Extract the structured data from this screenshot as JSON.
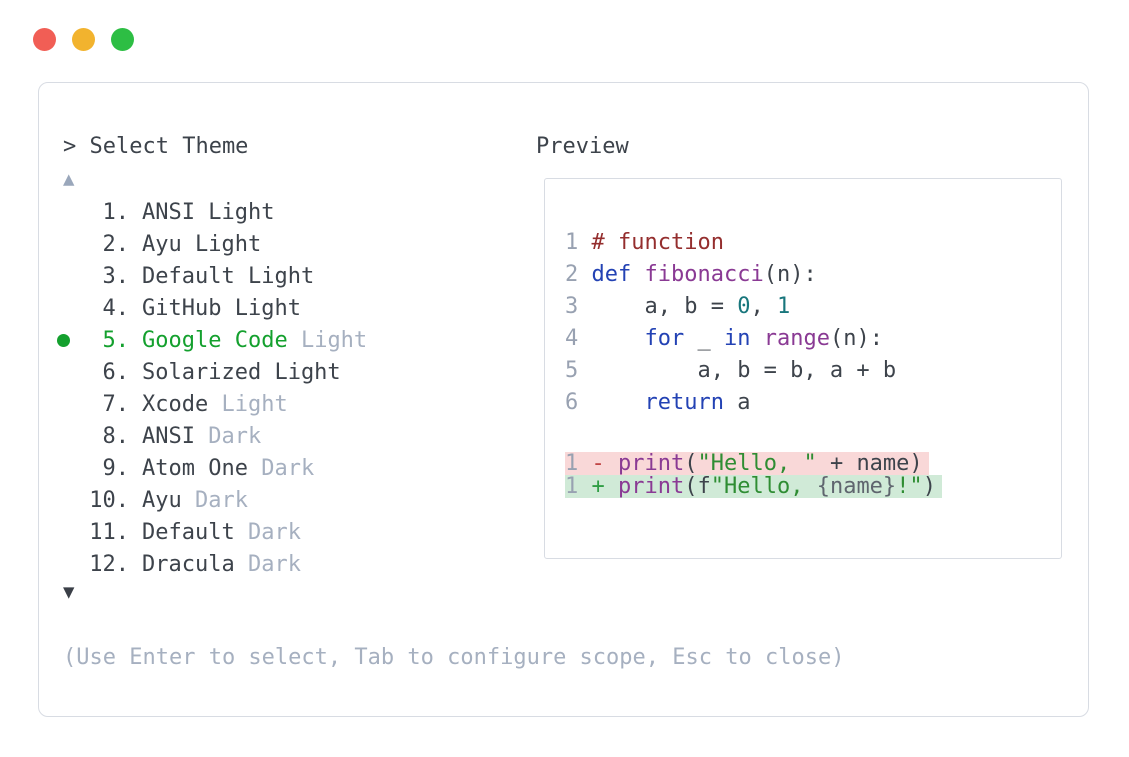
{
  "palette": {
    "fg": "#3d434b",
    "muted": "#a6b0c0",
    "green": "#14a02e",
    "lineno": "#98a1b1",
    "comment": "#942e2e",
    "keyword": "#2342b4",
    "function": "#8a3a94",
    "number": "#18767c",
    "string": "#2f8d33",
    "minus": "#c04545",
    "plus": "#2f9e44",
    "interp": "#5f656e",
    "del_bg": "#f9d8d8",
    "add_bg": "#d0ead7",
    "border": "#d8dce3",
    "arrow_up": "#9aa7bb",
    "arrow_down": "#3a3f47"
  },
  "window": {
    "traffic_lights": [
      {
        "name": "close",
        "color": "#f15e55"
      },
      {
        "name": "minimize",
        "color": "#f2b32e"
      },
      {
        "name": "maximize",
        "color": "#2dbe44"
      }
    ]
  },
  "dialog": {
    "title": "> Select Theme",
    "scroll_up_icon": "▲",
    "scroll_down_icon": "▼",
    "footer_hint": "(Use Enter to select, Tab to configure scope, Esc to close)",
    "theme_list": [
      {
        "number": "1.",
        "selected": false,
        "number_color": "fg",
        "parts": [
          {
            "text": "ANSI Light",
            "color": "fg"
          }
        ]
      },
      {
        "number": "2.",
        "selected": false,
        "number_color": "fg",
        "parts": [
          {
            "text": "Ayu Light",
            "color": "fg"
          }
        ]
      },
      {
        "number": "3.",
        "selected": false,
        "number_color": "fg",
        "parts": [
          {
            "text": "Default Light",
            "color": "fg"
          }
        ]
      },
      {
        "number": "4.",
        "selected": false,
        "number_color": "fg",
        "parts": [
          {
            "text": "GitHub Light",
            "color": "fg"
          }
        ]
      },
      {
        "number": "5.",
        "selected": true,
        "number_color": "green",
        "parts": [
          {
            "text": "Google Code",
            "color": "green"
          },
          {
            "text": " Light",
            "color": "muted"
          }
        ]
      },
      {
        "number": "6.",
        "selected": false,
        "number_color": "fg",
        "parts": [
          {
            "text": "Solarized Light",
            "color": "fg"
          }
        ]
      },
      {
        "number": "7.",
        "selected": false,
        "number_color": "fg",
        "parts": [
          {
            "text": "Xcode",
            "color": "fg"
          },
          {
            "text": " Light",
            "color": "muted"
          }
        ]
      },
      {
        "number": "8.",
        "selected": false,
        "number_color": "fg",
        "parts": [
          {
            "text": "ANSI",
            "color": "fg"
          },
          {
            "text": " Dark",
            "color": "muted"
          }
        ]
      },
      {
        "number": "9.",
        "selected": false,
        "number_color": "fg",
        "parts": [
          {
            "text": "Atom One",
            "color": "fg"
          },
          {
            "text": " Dark",
            "color": "muted"
          }
        ]
      },
      {
        "number": "10.",
        "selected": false,
        "number_color": "fg",
        "parts": [
          {
            "text": "Ayu",
            "color": "fg"
          },
          {
            "text": " Dark",
            "color": "muted"
          }
        ]
      },
      {
        "number": "11.",
        "selected": false,
        "number_color": "fg",
        "parts": [
          {
            "text": "Default",
            "color": "fg"
          },
          {
            "text": " Dark",
            "color": "muted"
          }
        ]
      },
      {
        "number": "12.",
        "selected": false,
        "number_color": "fg",
        "parts": [
          {
            "text": "Dracula",
            "color": "fg"
          },
          {
            "text": " Dark",
            "color": "muted"
          }
        ]
      }
    ],
    "preview": {
      "label": "Preview",
      "code_lines": [
        {
          "number": "1",
          "tokens": [
            {
              "text": "# function",
              "color": "comment"
            }
          ]
        },
        {
          "number": "2",
          "tokens": [
            {
              "text": "def",
              "color": "keyword"
            },
            {
              "text": " ",
              "color": "fg"
            },
            {
              "text": "fibonacci",
              "color": "function"
            },
            {
              "text": "(n):",
              "color": "fg"
            }
          ]
        },
        {
          "number": "3",
          "tokens": [
            {
              "text": "    a, b = ",
              "color": "fg"
            },
            {
              "text": "0",
              "color": "number"
            },
            {
              "text": ", ",
              "color": "fg"
            },
            {
              "text": "1",
              "color": "number"
            }
          ]
        },
        {
          "number": "4",
          "tokens": [
            {
              "text": "    ",
              "color": "fg"
            },
            {
              "text": "for",
              "color": "keyword"
            },
            {
              "text": " _ ",
              "color": "fg"
            },
            {
              "text": "in",
              "color": "keyword"
            },
            {
              "text": " ",
              "color": "fg"
            },
            {
              "text": "range",
              "color": "function"
            },
            {
              "text": "(n):",
              "color": "fg"
            }
          ]
        },
        {
          "number": "5",
          "tokens": [
            {
              "text": "        a, b = b, a + b",
              "color": "fg"
            }
          ]
        },
        {
          "number": "6",
          "tokens": [
            {
              "text": "    ",
              "color": "fg"
            },
            {
              "text": "return",
              "color": "keyword"
            },
            {
              "text": " a",
              "color": "fg"
            }
          ]
        }
      ],
      "diff_lines": [
        {
          "number": "1",
          "type": "removed",
          "bg": "del_bg",
          "tokens": [
            {
              "text": "- ",
              "color": "minus"
            },
            {
              "text": "print",
              "color": "function"
            },
            {
              "text": "(",
              "color": "fg"
            },
            {
              "text": "\"Hello, \"",
              "color": "string"
            },
            {
              "text": " + name)",
              "color": "fg"
            }
          ]
        },
        {
          "number": "1",
          "type": "added",
          "bg": "add_bg",
          "tokens": [
            {
              "text": "+ ",
              "color": "plus"
            },
            {
              "text": "print",
              "color": "function"
            },
            {
              "text": "(f",
              "color": "fg"
            },
            {
              "text": "\"Hello, ",
              "color": "string"
            },
            {
              "text": "{name}",
              "color": "interp"
            },
            {
              "text": "!\"",
              "color": "string"
            },
            {
              "text": ")",
              "color": "fg"
            }
          ]
        }
      ]
    }
  }
}
